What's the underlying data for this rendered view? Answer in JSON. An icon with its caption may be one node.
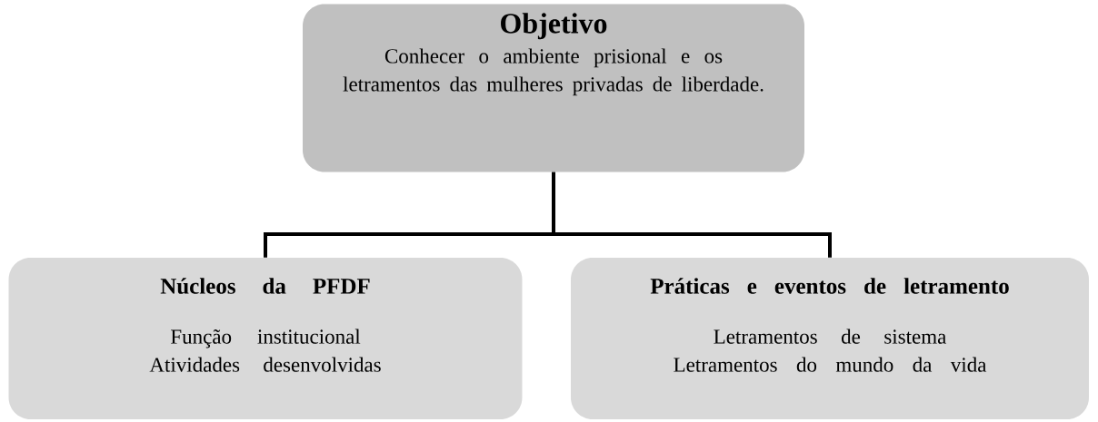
{
  "diagram": {
    "nodes": [
      {
        "text": [
          "Objetivo",
          "Conhecer o ambiente prisional e os letramentos das mulheres privadas de liberdade."
        ]
      },
      {
        "text": [
          "Núcleos da PFDF",
          "Função institucional",
          "Atividades desenvolvidas"
        ]
      },
      {
        "text": [
          "Práticas e eventos de letramento",
          "Letramentos de sistema",
          "Letramentos do mundo da vida"
        ]
      }
    ],
    "edges": [
      {
        "from": 0,
        "to": 1,
        "arrow": "none"
      },
      {
        "from": 0,
        "to": 2,
        "arrow": "none"
      }
    ]
  }
}
